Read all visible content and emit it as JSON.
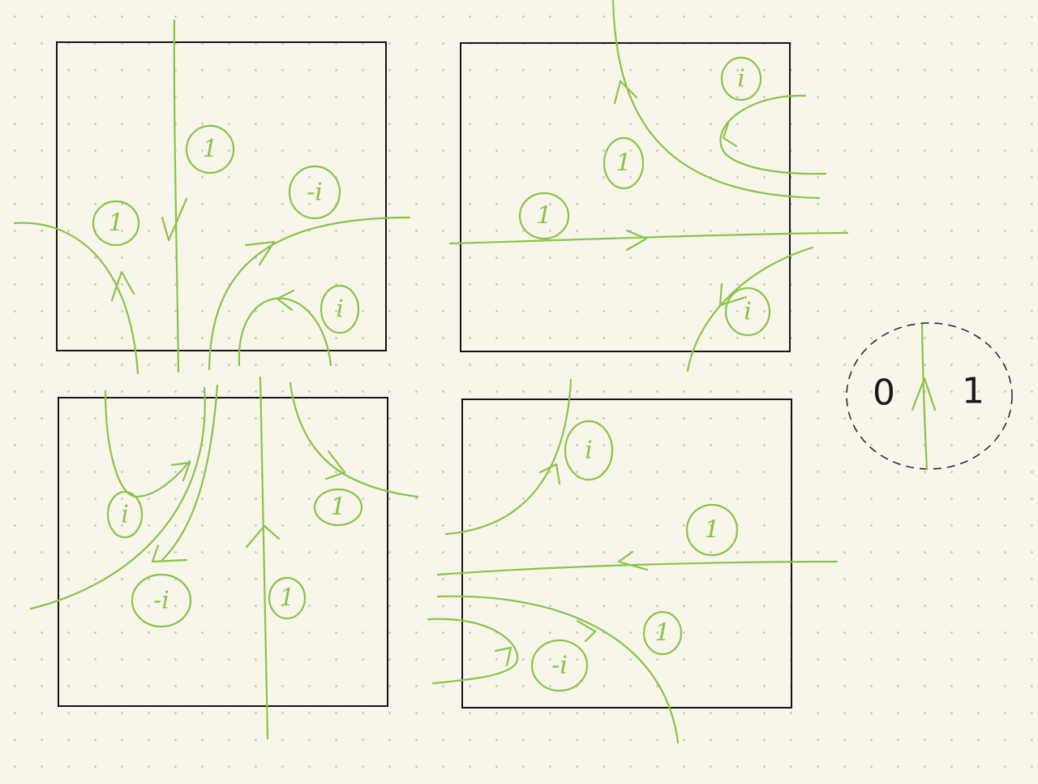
{
  "colors": {
    "background": "#f8f6ea",
    "curve": "#8bc34a",
    "frame": "#151515"
  },
  "labels": {
    "p1_a": "1",
    "p1_b": "1",
    "p1_c": "-i",
    "p1_d": "i",
    "p2_a": "i",
    "p2_b": "1",
    "p2_c": "1",
    "p2_d": "i",
    "p3_a": "i",
    "p3_b": "1",
    "p3_c": "-i",
    "p3_d": "1",
    "p4_a": "i",
    "p4_b": "1",
    "p4_c": "1",
    "p4_d": "-i"
  },
  "legend": {
    "left": "0",
    "right": "1"
  }
}
